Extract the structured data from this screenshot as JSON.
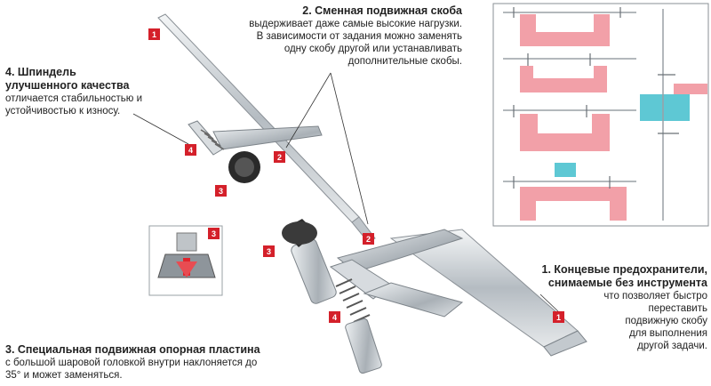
{
  "features": {
    "f1": {
      "title_line1": "1. Концевые предохранители,",
      "title_line2": "снимаемые без инструмента",
      "lines": [
        "что позволяет быстро",
        "переставить",
        "подвижную скобу",
        "для выполнения",
        "другой задачи."
      ]
    },
    "f2": {
      "title": "2. Сменная подвижная скоба",
      "lines": [
        "выдерживает даже самые высокие нагрузки.",
        "В зависимости от задания можно заменять",
        "одну скобу другой или устанавливать",
        "дополнительные скобы."
      ]
    },
    "f3": {
      "title": "3. Специальная подвижная опорная пластина",
      "lines": [
        "с большой шаровой головкой внутри наклоняется до",
        "35° и может заменяться."
      ]
    },
    "f4": {
      "title_line1": "4. Шпиндель",
      "title_line2": "улучшенного качества",
      "lines": [
        "отличается стабильностью и",
        "устойчивостью к износу."
      ]
    }
  },
  "badges": {
    "b1": "1",
    "b2": "2",
    "b3": "3",
    "b4": "4"
  },
  "colors": {
    "badge": "#d4202a",
    "workpiece_pink": "#f2a0a8",
    "workpiece_cyan": "#5ec8d4",
    "steel": "#c9ced3"
  }
}
